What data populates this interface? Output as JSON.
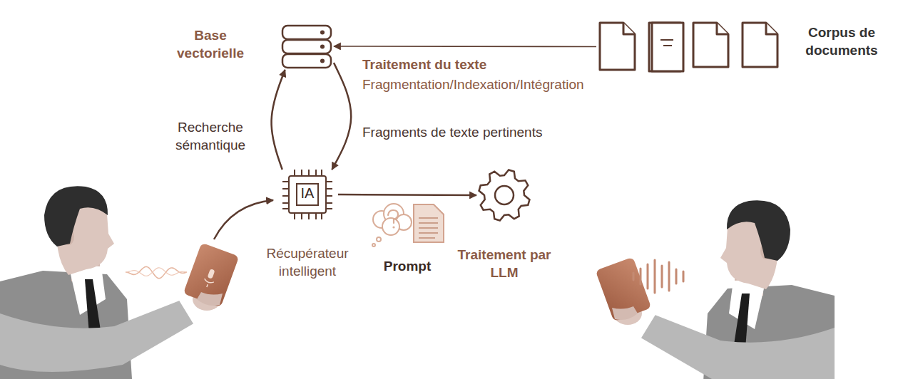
{
  "diagram": {
    "nodes": [
      {
        "text": [
          "Base vectorielle"
        ]
      },
      {
        "text": [
          "Corpus de documents"
        ]
      },
      {
        "text": [
          "IA",
          "Récupérateur intelligent"
        ]
      },
      {
        "text": [
          "Traitement par LLM"
        ]
      }
    ],
    "edges": [
      {
        "from": 1,
        "to": 0,
        "arrow": "to",
        "label": "Traitement du texte"
      },
      {
        "from": 2,
        "to": 0,
        "arrow": "to",
        "label": "Recherche sémantique"
      },
      {
        "from": 0,
        "to": 2,
        "arrow": "to",
        "label": "Fragments de texte pertinents"
      },
      {
        "from": 2,
        "to": 3,
        "arrow": "to",
        "label": "Prompt"
      }
    ],
    "labels": [
      "Fragmentation/Indexation/Intégration"
    ]
  }
}
